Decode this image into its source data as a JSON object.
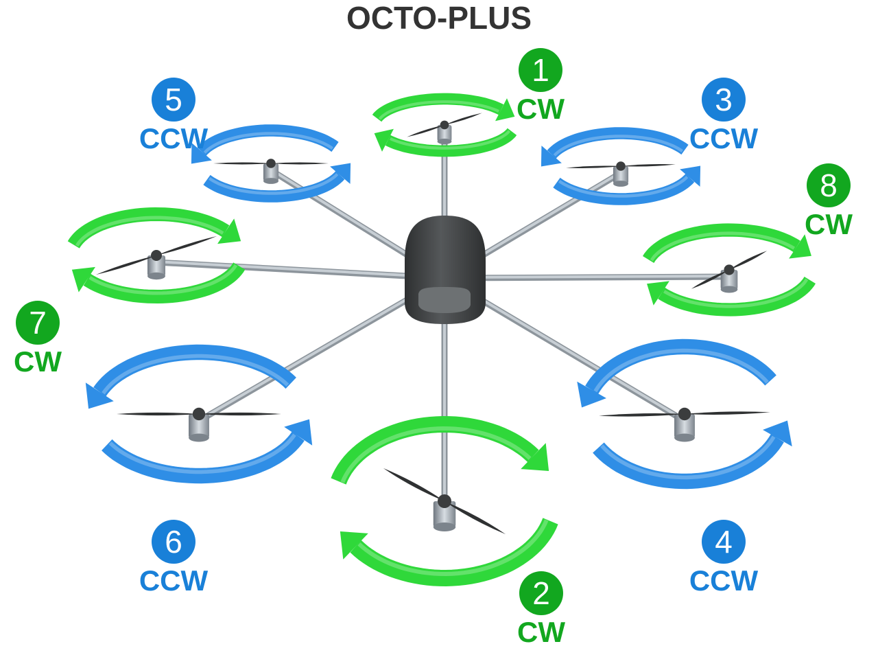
{
  "title": "OCTO-PLUS",
  "colors": {
    "cw": "#2fd83a",
    "ccw": "#2f8ee6",
    "cw_badge": "#12a71f",
    "ccw_badge": "#1980d8",
    "body": "#4a4c4d",
    "arm": "#b0b8bf"
  },
  "icons": {
    "rotation": "circular-arrow-icon",
    "propeller": "propeller-icon",
    "motor": "motor-icon"
  },
  "motors": [
    {
      "number": "1",
      "direction": "CW",
      "rotation": "cw"
    },
    {
      "number": "2",
      "direction": "CW",
      "rotation": "cw"
    },
    {
      "number": "3",
      "direction": "CCW",
      "rotation": "ccw"
    },
    {
      "number": "4",
      "direction": "CCW",
      "rotation": "ccw"
    },
    {
      "number": "5",
      "direction": "CCW",
      "rotation": "ccw"
    },
    {
      "number": "6",
      "direction": "CCW",
      "rotation": "ccw"
    },
    {
      "number": "7",
      "direction": "CW",
      "rotation": "cw"
    },
    {
      "number": "8",
      "direction": "CW",
      "rotation": "cw"
    }
  ]
}
